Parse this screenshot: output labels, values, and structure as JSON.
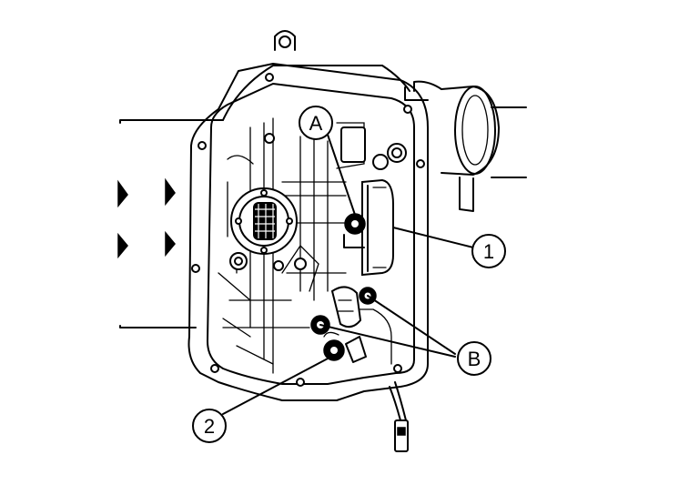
{
  "callouts": {
    "part_1": "1",
    "part_2": "2",
    "point_a": "A",
    "point_b": "B"
  },
  "colors": {
    "line": "#000000",
    "background": "#ffffff"
  }
}
